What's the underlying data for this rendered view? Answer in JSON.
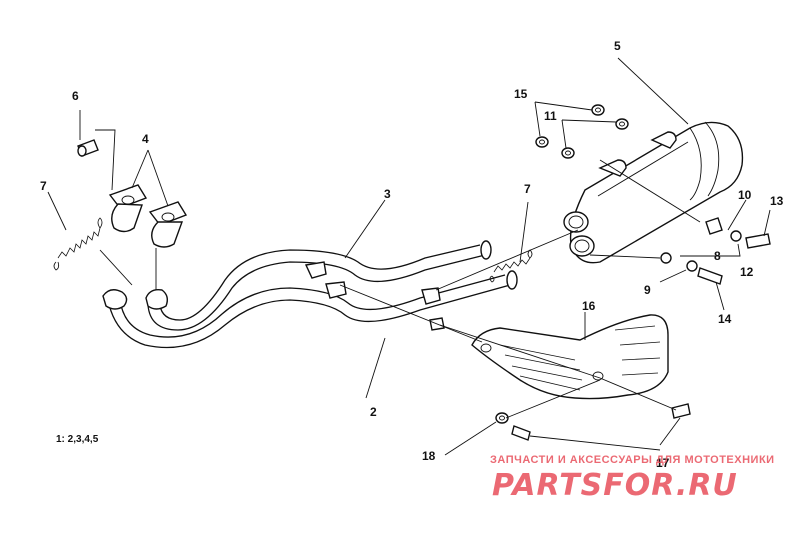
{
  "labels": {
    "p2": "2",
    "p3": "3",
    "p4": "4",
    "p5": "5",
    "p6": "6",
    "p7a": "7",
    "p7b": "7",
    "p8": "8",
    "p9": "9",
    "p10": "10",
    "p11": "11",
    "p12": "12",
    "p13": "13",
    "p14": "14",
    "p15": "15",
    "p16": "16",
    "p17": "17",
    "p18": "18"
  },
  "set_note": "1: 2,3,4,5",
  "watermark": {
    "tagline": "ЗАПЧАСТИ И АКСЕССУАРЫ ДЛЯ МОТОТЕХНИКИ",
    "brand": "PARTSFOR.RU",
    "color": "#e8505b"
  }
}
